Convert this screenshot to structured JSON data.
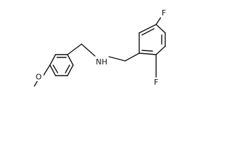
{
  "molecule": {
    "atoms": {
      "amine": "NH",
      "methoxy_o": "O",
      "fluorine_top": "F",
      "fluorine_bottom": "F"
    }
  },
  "colors": {
    "bond": "#111111",
    "background": "#ffffff"
  }
}
